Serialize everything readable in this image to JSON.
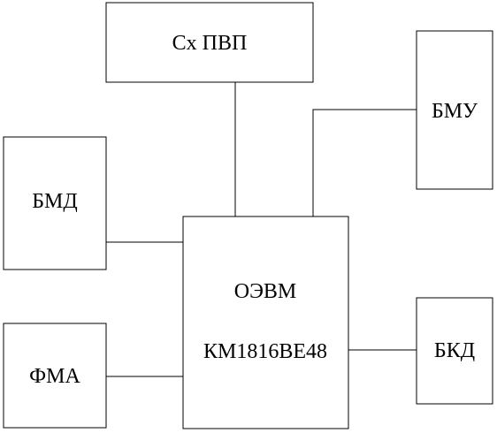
{
  "blocks": {
    "sx_pvp": {
      "label": "Сх ПВП"
    },
    "bmu": {
      "label": "БМУ"
    },
    "bmd": {
      "label": "БМД"
    },
    "oevm": {
      "label_line1": "ОЭВМ",
      "label_line2": "КМ1816ВЕ48"
    },
    "fma": {
      "label": "ФМА"
    },
    "bkd": {
      "label": "БКД"
    }
  }
}
